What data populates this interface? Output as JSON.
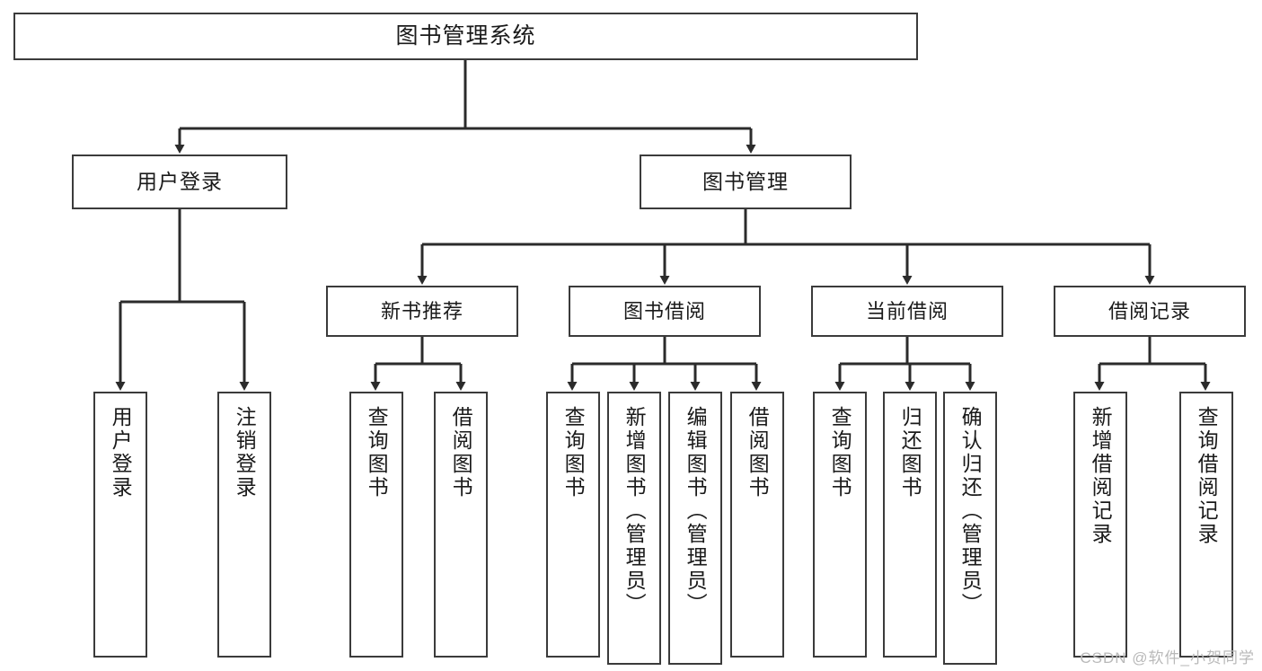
{
  "diagram": {
    "title": "图书管理系统",
    "type": "hierarchy-tree",
    "watermark": "CSDN @软件_小贺同学",
    "colors": {
      "box_border": "#3b3b3b",
      "box_fill": "#ffffff",
      "edge": "#2b2b2b",
      "text": "#1a1a1a",
      "watermark": "#b9b9b9"
    }
  },
  "nodes": {
    "root": {
      "label": "图书管理系统"
    },
    "tier2": [
      {
        "label": "用户登录"
      },
      {
        "label": "图书管理"
      }
    ],
    "tier3": [
      {
        "label": "新书推荐"
      },
      {
        "label": "图书借阅"
      },
      {
        "label": "当前借阅"
      },
      {
        "label": "借阅记录"
      }
    ],
    "leaves": {
      "user_login": [
        {
          "label": "用户登录"
        },
        {
          "label": "注销登录"
        }
      ],
      "new_book": [
        {
          "label": "查询图书"
        },
        {
          "label": "借阅图书"
        }
      ],
      "book_borrow": [
        {
          "label": "查询图书"
        },
        {
          "label": "新增图书（管理员）"
        },
        {
          "label": "编辑图书（管理员）"
        },
        {
          "label": "借阅图书"
        }
      ],
      "current_borrow": [
        {
          "label": "查询图书"
        },
        {
          "label": "归还图书"
        },
        {
          "label": "确认归还（管理员）"
        }
      ],
      "borrow_record": [
        {
          "label": "新增借阅记录"
        },
        {
          "label": "查询借阅记录"
        }
      ]
    }
  }
}
